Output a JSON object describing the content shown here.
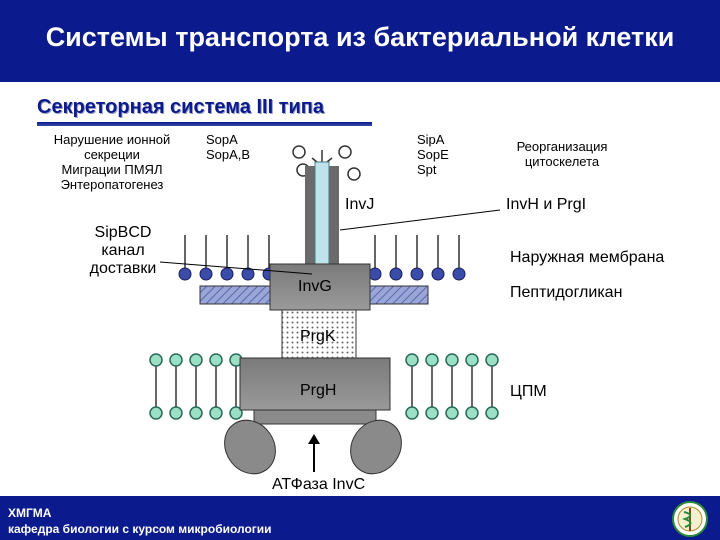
{
  "title": "Системы транспорта из бактериальной клетки",
  "subtitle": "Секреторная система III типа",
  "labels": {
    "effects": "Нарушение ионной\nсекреции\nМиграции ПМЯЛ\nЭнтеропатогенез",
    "sop": "SopA\nSopA,B",
    "sip": "SipA\nSopE\nSpt",
    "reorganization": "Реорганизация\nцитоскелета",
    "sipbcd": "SipBCD\nканал\nдоставки",
    "invj": "InvJ",
    "invh": "InvH и PrgI",
    "outer_membrane": "Наружная мембрана",
    "invg": "InvG",
    "peptidoglycan": "Пептидогликан",
    "prgk": "PrgK",
    "prgh": "PrgH",
    "cpm": "ЦПМ",
    "atpase": "АТФаза InvC"
  },
  "footer": {
    "org": "ХМГМА",
    "dept": "кафедра биологии с курсом микробиологии"
  },
  "colors": {
    "header_bg": "#0b1a8c",
    "lipid_head_outer": "#3a4ca8",
    "lipid_head_inner": "#9be0c6",
    "needle": "#bfe3ea",
    "block_gray": "#8a8a8a"
  }
}
